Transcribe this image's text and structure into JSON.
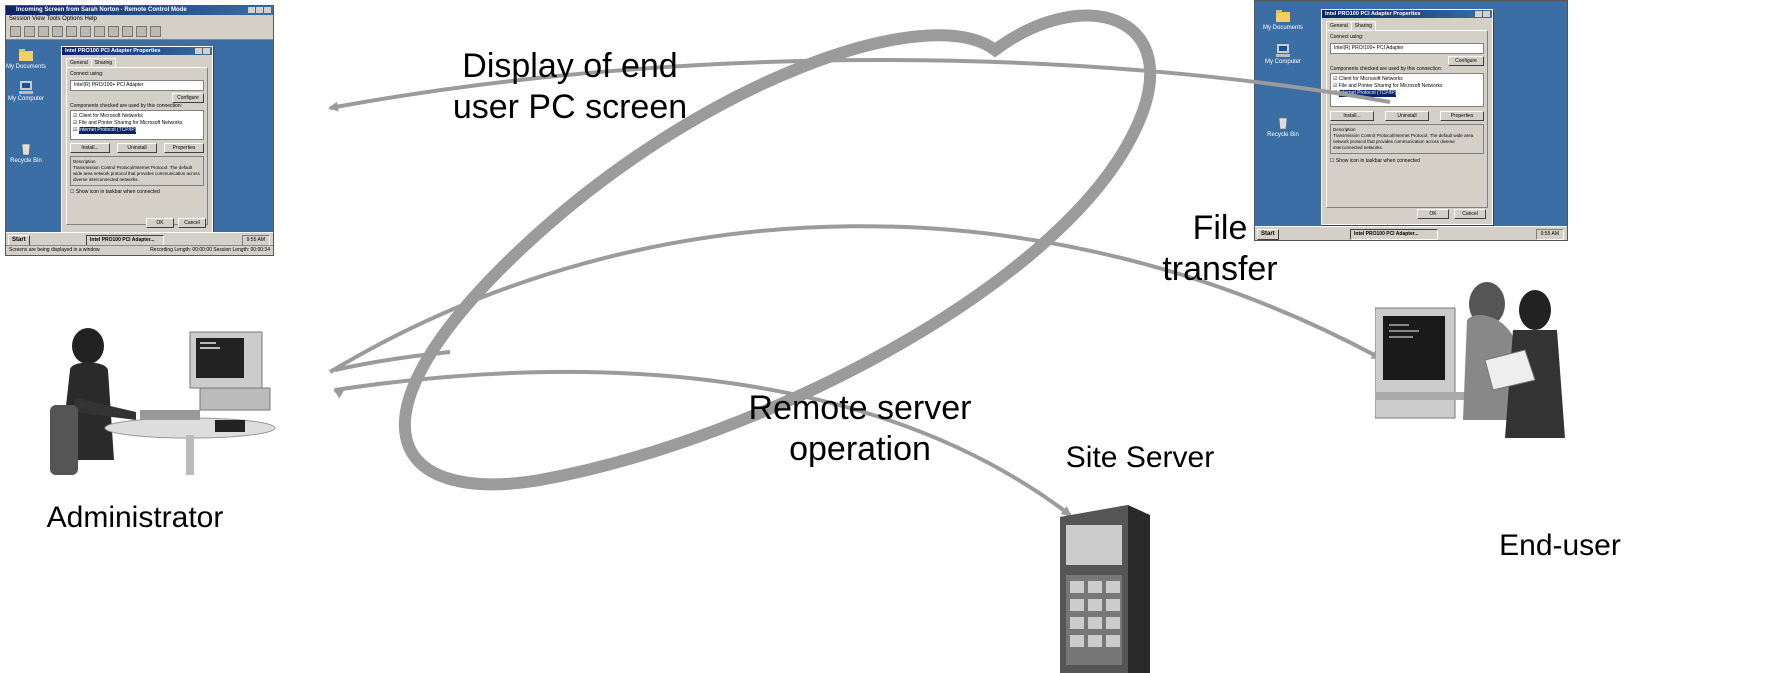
{
  "labels": {
    "display": "Display of end user PC screen",
    "display_line1": "Display of end",
    "display_line2": "user PC screen",
    "file_line1": "File",
    "file_line2": "transfer",
    "remote_line1": "Remote server",
    "remote_line2": "operation",
    "site_server": "Site Server",
    "administrator": "Administrator",
    "end_user": "End-user"
  },
  "admin_screen": {
    "window_title": "Incoming Screen from Sarah Norton - Remote Control Mode",
    "menu": "Session  View  Tools  Options  Help",
    "status_left": "Screens are being displayed in a window",
    "status_right": "Recording Length: 00:00:00   Session Length: 00:00:34"
  },
  "enduser_screen": {
    "clock": "9:55 AM"
  },
  "dialog": {
    "title": "Intel PRO100 PCI Adapter Properties",
    "tabs": [
      "General",
      "Sharing"
    ],
    "connect_using_label": "Connect using:",
    "adapter": "Intel(R) PRO/100+ PCI Adapter",
    "configure_button": "Configure",
    "components_label": "Components checked are used by this connection:",
    "components": [
      "Client for Microsoft Networks",
      "File and Printer Sharing for Microsoft Networks",
      "Internet Protocol (TCP/IP)"
    ],
    "install_button": "Install...",
    "uninstall_button": "Uninstall",
    "properties_button": "Properties",
    "description_label": "Description",
    "description_text": "Transmission Control Protocol/Internet Protocol. The default wide area network protocol that provides communication across diverse interconnected networks.",
    "show_icon_checkbox": "Show icon in taskbar when connected",
    "ok_button": "OK",
    "cancel_button": "Cancel"
  },
  "desktop_icons": [
    "My Documents",
    "My Computer",
    "Recycle Bin"
  ],
  "taskbar": {
    "start": "Start",
    "task": "Intel PRO100 PCI Adapter...",
    "clock": "9:55 AM"
  },
  "colors": {
    "arrow": "#9b9b9b",
    "desktop": "#3a6ea5",
    "titlebar": "#0a246a"
  }
}
